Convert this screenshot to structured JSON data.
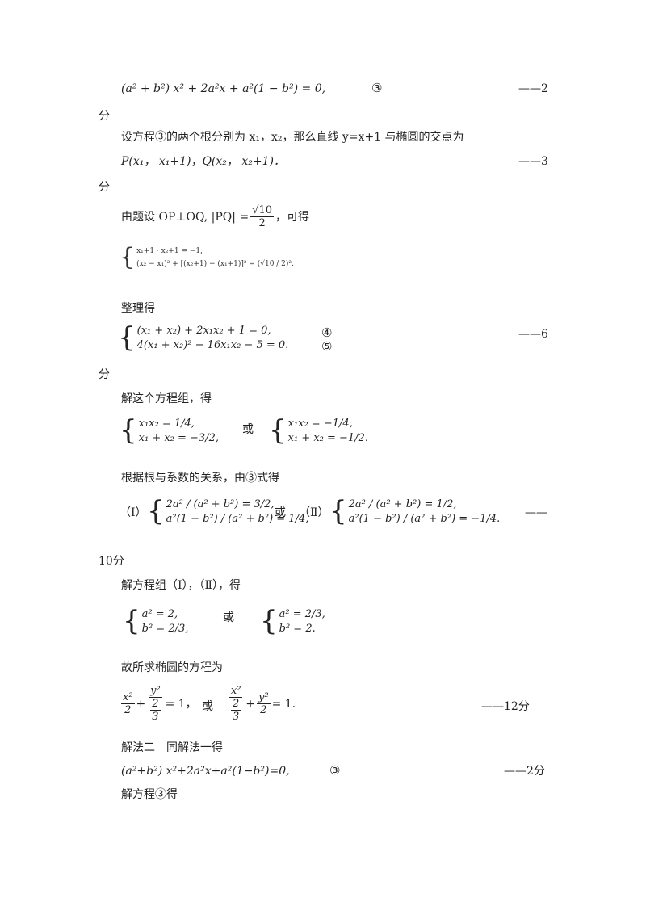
{
  "lines": {
    "eq3": "(a² + b²) x² + 2a²x + a²(1 − b²) = 0,",
    "eq3_mark": "③",
    "score2": "——2",
    "score2_fen": "分",
    "set_roots": "设方程③的两个根分别为 x₁，x₂，那么直线 y=x+1 与椭圆的交点为",
    "points": "P(x₁， x₁+1)，Q(x₂， x₂+1)．",
    "score3": "——3",
    "score3_fen": "分",
    "given_prefix": "由题设 OP⊥OQ, |PQ| =",
    "given_frac_num": "√10",
    "given_frac_den": "2",
    "given_suffix": "，可得",
    "sys1_row1": "x₁+1 · x₂+1 = −1,",
    "sys1_row2": "(x₂ − x₁)² + [(x₂+1) − (x₁+1)]² = (√10 / 2)².",
    "simplify": "整理得",
    "sys2_row1": "(x₁ + x₂) + 2x₁x₂ + 1 = 0,",
    "sys2_row2": "4(x₁ + x₂)² − 16x₁x₂ − 5 = 0.",
    "mark4": "④",
    "mark5": "⑤",
    "score6": "——6",
    "score6_fen": "分",
    "solve_sys": "解这个方程组，得",
    "solA_row1": "x₁x₂ = 1/4,",
    "solA_row2": "x₁ + x₂ = −3/2,",
    "or1": "或",
    "solB_row1": "x₁x₂ = −1/4,",
    "solB_row2": "x₁ + x₂ = −1/2.",
    "vieta": "根据根与系数的关系，由③式得",
    "roman1": "（Ⅰ）",
    "I_row1": "2a² / (a² + b²) = 3/2,",
    "I_row2": "a²(1 − b²) / (a² + b²) = 1/4,",
    "or2": "或",
    "roman2": "（Ⅱ）",
    "II_row1": "2a² / (a² + b²) = 1/2,",
    "II_row2": "a²(1 − b²) / (a² + b²) = −1/4.",
    "dash10": "——",
    "score10": "10分",
    "solve_I_II": "解方程组（Ⅰ），（Ⅱ），得",
    "solC_row1": "a² = 2,",
    "solC_row2": "b² = 2/3,",
    "or3": "或",
    "solD_row1": "a² = 2/3,",
    "solD_row2": "b² = 2.",
    "ellipse_intro": "故所求椭圆的方程为",
    "or4": "或",
    "score12": "——12分",
    "method2": "解法二　同解法一得",
    "eq3b": "(a²+b²) x²+2a²x+a²(1−b²)=0,",
    "eq3b_mark": "③",
    "score2b": "——2分",
    "solve3": "解方程③得"
  }
}
